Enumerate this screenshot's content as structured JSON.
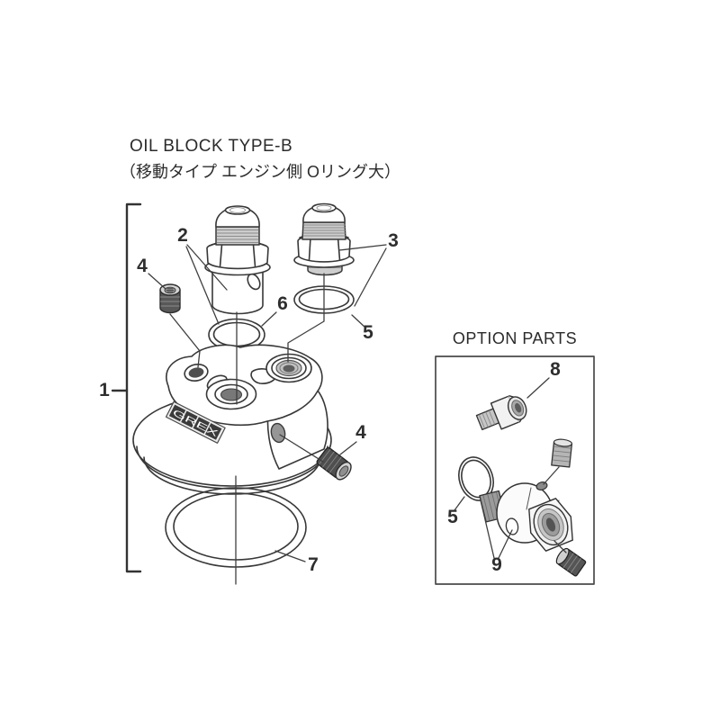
{
  "page": {
    "background_color": "#ffffff",
    "ink_color": "#383838"
  },
  "header": {
    "title": "OIL BLOCK TYPE-B",
    "subtitle": "（移動タイプ エンジン側 Oリング大）"
  },
  "brand_plate": "GREX",
  "callouts": {
    "c1": "1",
    "c2": "2",
    "c3": "3",
    "c4a": "4",
    "c4b": "4",
    "c5a": "5",
    "c5b": "5",
    "c6": "6",
    "c7": "7",
    "c8": "8",
    "c9": "9"
  },
  "option_box": {
    "title": "OPTION PARTS"
  }
}
